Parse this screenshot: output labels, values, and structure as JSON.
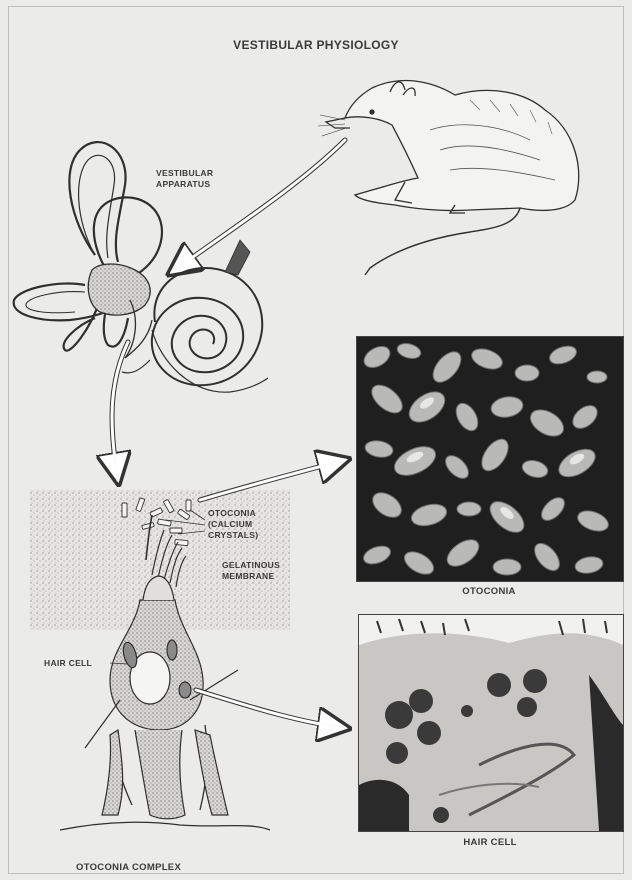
{
  "title": "VESTIBULAR PHYSIOLOGY",
  "labels": {
    "vestibular_apparatus": "VESTIBULAR\nAPPARATUS",
    "otoconia_calcium": "OTOCONIA\n(CALCIUM\nCRYSTALS)",
    "gelatinous_membrane": "GELATINOUS\nMEMBRANE",
    "hair_cell_left": "HAIR CELL",
    "otoconia_complex": "OTOCONIA COMPLEX",
    "otoconia_photo_caption": "OTOCONIA",
    "hair_cell_photo_caption": "HAIR CELL"
  },
  "colors": {
    "background": "#ebebea",
    "ink": "#2e2e2e",
    "photo_dark": "#1c1c1c"
  }
}
